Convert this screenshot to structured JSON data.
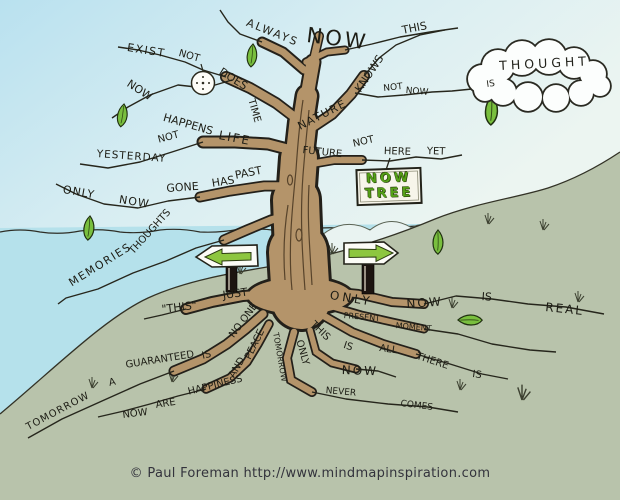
{
  "title": "NOW TREE hand-drawn mind map",
  "cloud": {
    "word": "THOUGHT"
  },
  "sign_board": {
    "line1": "NOW",
    "line2": "TREE"
  },
  "phrases": {
    "always_now": [
      "ALWAYS",
      "NOW"
    ],
    "time_does_not_exist": [
      "TIME",
      "DOES",
      "NOT",
      "EXIST"
    ],
    "life_happens_now": [
      "LIFE",
      "HAPPENS",
      "NOW"
    ],
    "not_yesterday": [
      "NOT",
      "YESTERDAY"
    ],
    "past_has_gone_now_only": [
      "PAST",
      "HAS",
      "GONE",
      "NOW",
      "ONLY"
    ],
    "thoughts_memories": [
      "THOUGHTS",
      "MEMORIES"
    ],
    "nature_knows_this": [
      "NATURE",
      "KNOWS",
      "THIS"
    ],
    "thought_is_not_now": [
      "THOUGHT",
      "IS",
      "NOT",
      "NOW"
    ],
    "future_not_here_yet": [
      "FUTURE",
      "NOT",
      "HERE",
      "YET"
    ],
    "just_this": [
      "JUST",
      "\"THIS\""
    ],
    "only_now_is_real": [
      "ONLY",
      "NOW",
      "IS",
      "REAL"
    ],
    "present_moment": [
      "PRESENT",
      "MOMENT"
    ],
    "this_is_all_there_is": [
      "THIS",
      "IS",
      "ALL",
      "THERE",
      "IS"
    ],
    "only_now": [
      "ONLY",
      "NOW"
    ],
    "tomorrow_never_comes": [
      "TOMORROW",
      "NEVER",
      "COMES"
    ],
    "no_one_is_guaranteed_a_tomorrow": [
      "NO ONE",
      "IS",
      "GUARANTEED",
      "A",
      "TOMORROW"
    ],
    "peace_and_happiness_are_now": [
      "PEACE",
      "AND",
      "HAPPINESS",
      "ARE",
      "NOW"
    ]
  },
  "footer": {
    "copyright": "© Paul Foreman http://www.mindmapinspiration.com"
  },
  "palette": {
    "sky_top": "#b9e1ef",
    "sky_fade": "#ecf5f1",
    "water": "#b5e1eb",
    "hill": "#b8c3ab",
    "trunk": "#b4946a",
    "outline": "#23201a",
    "leaf_green": "#79bf3e",
    "arrow_green": "#8dc63f",
    "sign_letters_green": "#55a017"
  }
}
